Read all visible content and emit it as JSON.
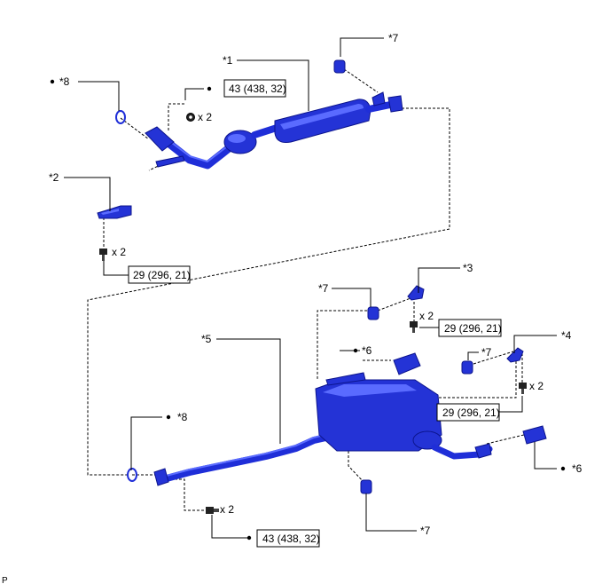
{
  "callouts": {
    "c1": "*1",
    "c2": "*2",
    "c3": "*3",
    "c4": "*4",
    "c5": "*5",
    "c6a": "*6",
    "c6b": "*6",
    "c7a": "*7",
    "c7b": "*7",
    "c7c": "*7",
    "c7d": "*7",
    "c8a": "*8",
    "c8b": "*8"
  },
  "torque": {
    "t1": "43 (438, 32)",
    "t2": "29 (296, 21)",
    "t3": "29 (296, 21)",
    "t4": "29 (296, 21)",
    "t5": "43 (438, 32)"
  },
  "quantity": {
    "q1": "x 2",
    "q2": "x 2",
    "q3": "x 2",
    "q4": "x 2",
    "q5": "x 2"
  },
  "footer": {
    "code": "P"
  },
  "colors": {
    "part_blue": "#2433d6",
    "highlight_blue": "#5a6bff",
    "line": "#000000"
  }
}
